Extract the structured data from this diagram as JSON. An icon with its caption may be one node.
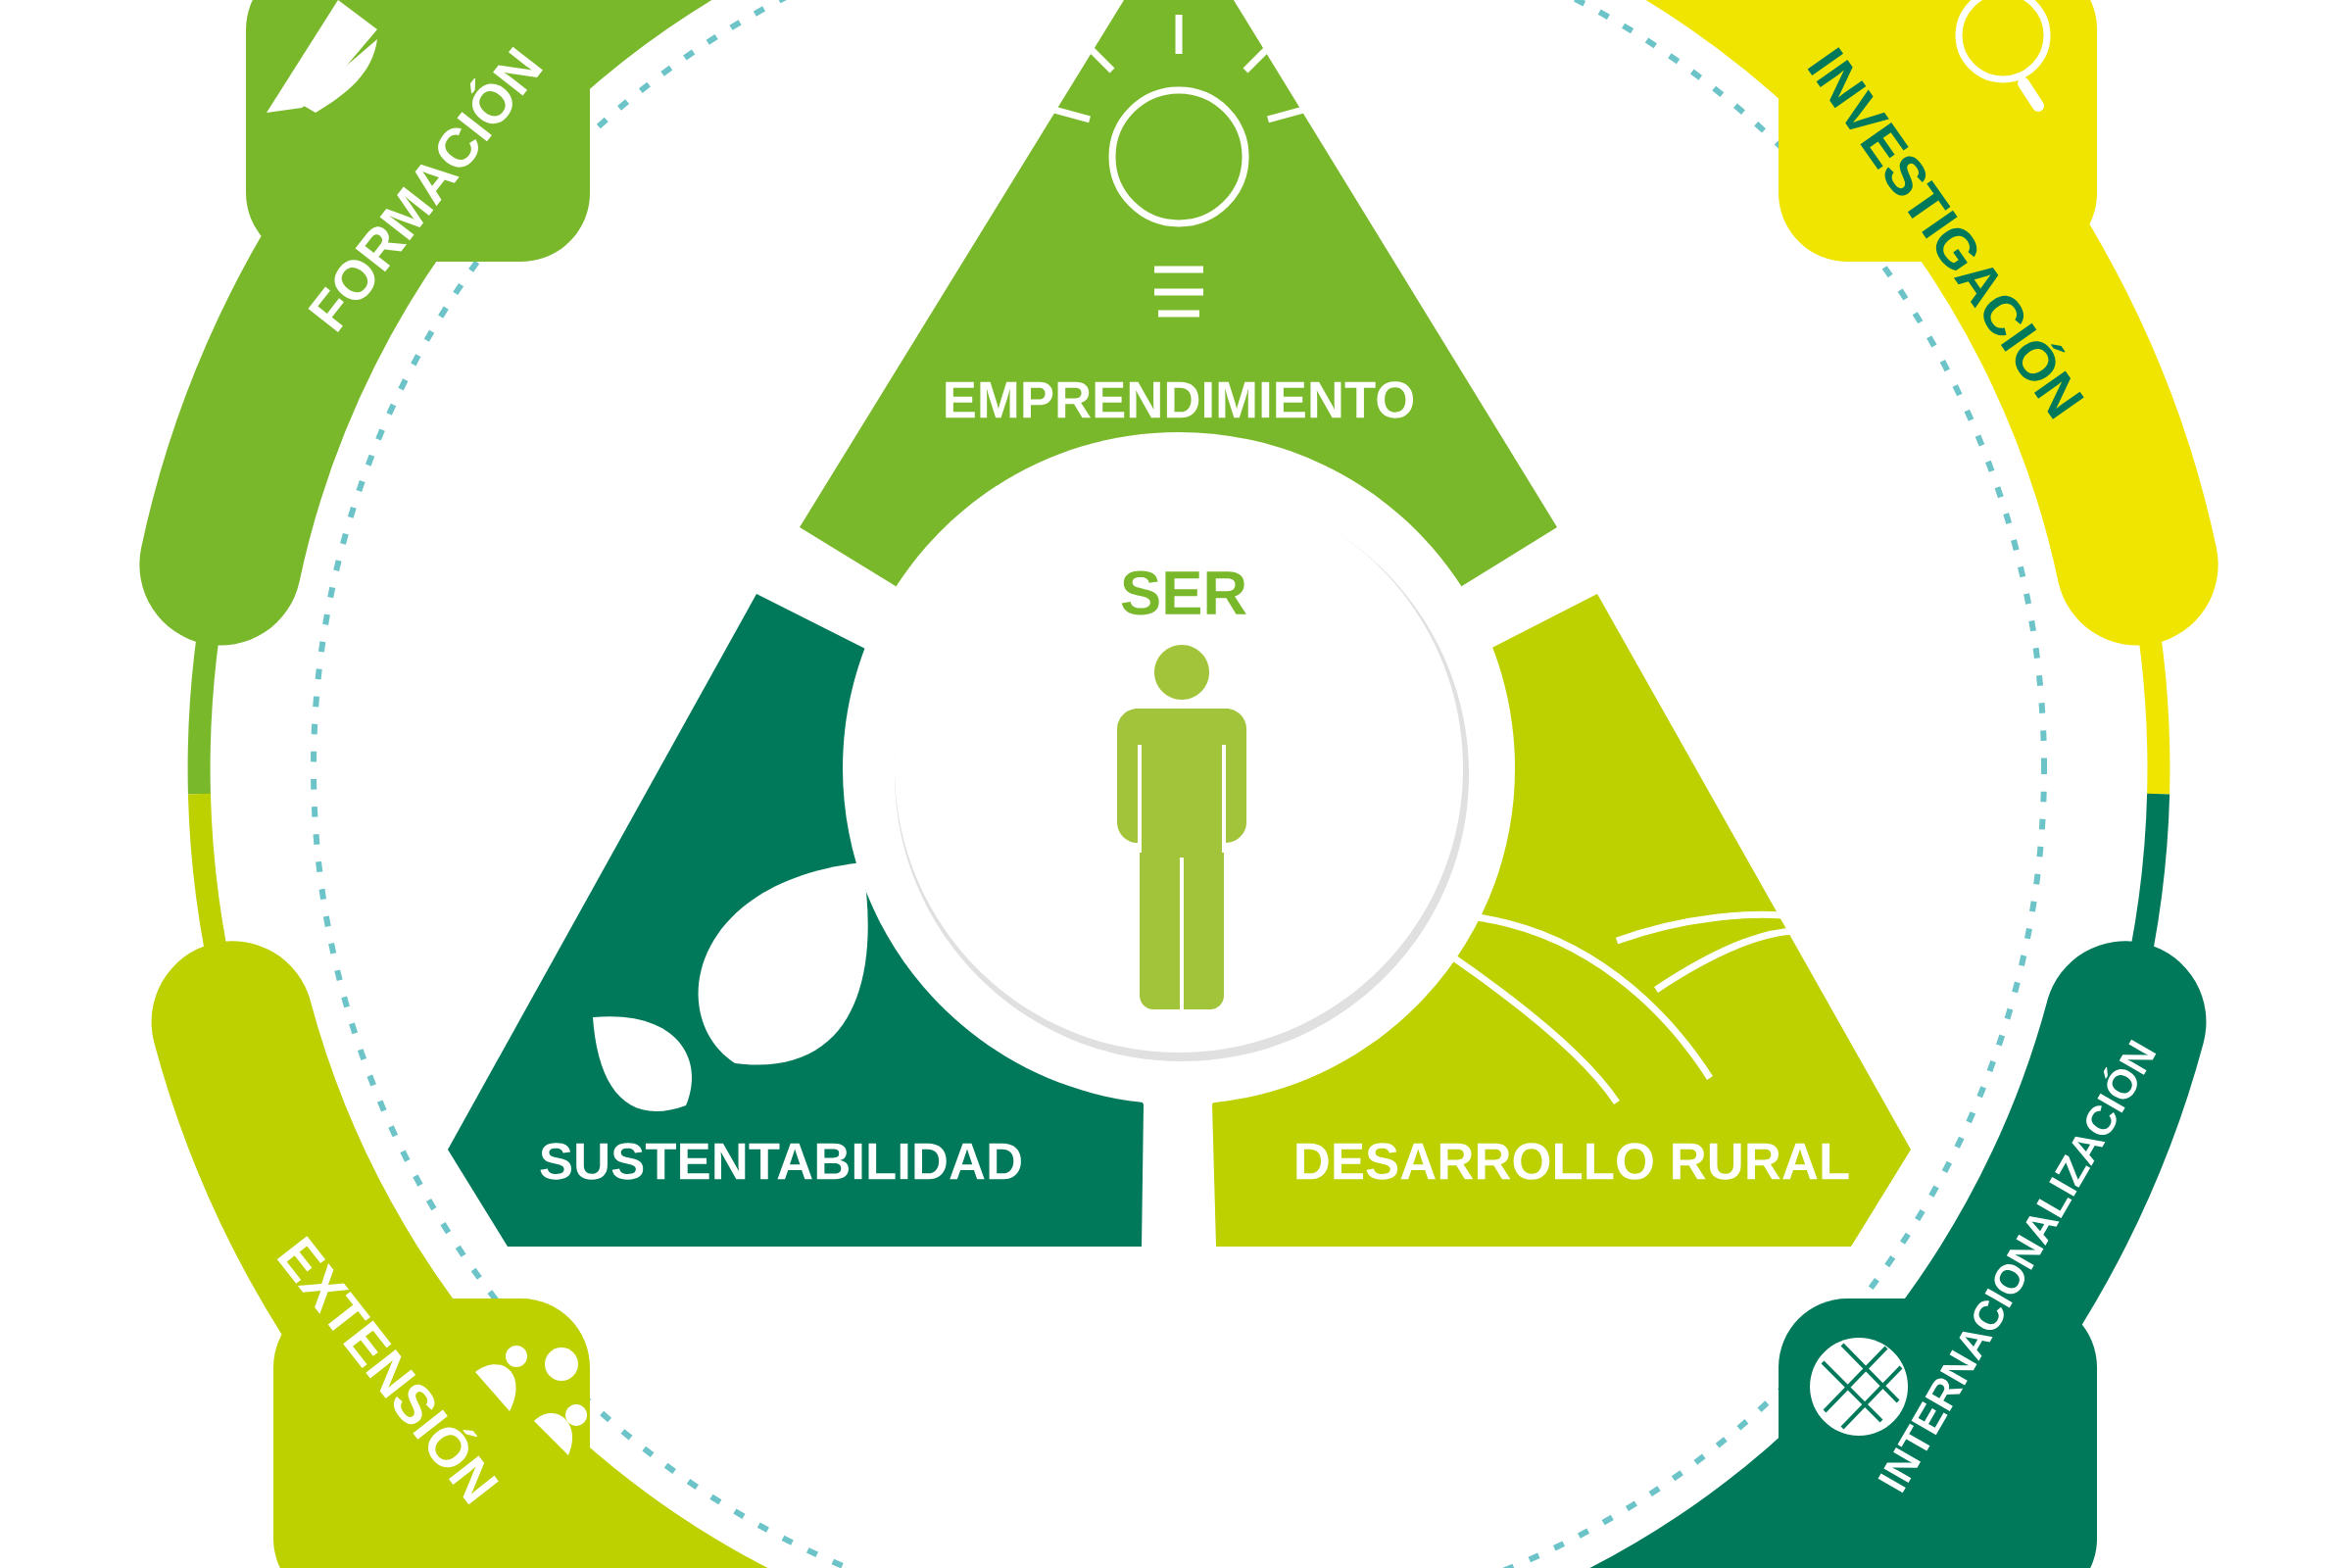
{
  "diagram": {
    "nodes": [
      {
        "text": [
          "FORMACIÓN"
        ]
      },
      {
        "text": [
          "EMPRENDIMIENTO"
        ]
      },
      {
        "text": [
          "INVESTIGACIÓN"
        ]
      },
      {
        "text": [
          "SER"
        ]
      },
      {
        "text": [
          "SUSTENTABILIDAD"
        ]
      },
      {
        "text": [
          "DESARROLLO RURAL"
        ]
      },
      {
        "text": [
          "EXTENSIÓN"
        ]
      },
      {
        "text": [
          "INTERNACIONALIZACIÓN"
        ]
      }
    ]
  }
}
